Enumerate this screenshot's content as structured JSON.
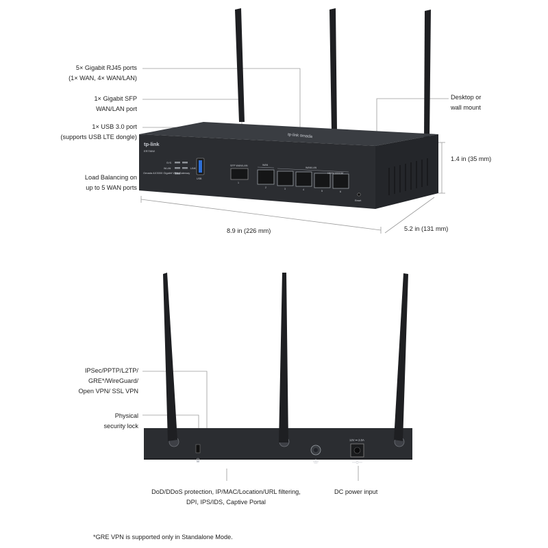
{
  "front": {
    "brand": "tp-link",
    "model": "ER706W",
    "subtitle": "Omada AX3000 Gigabit VPN Gateway",
    "leds": [
      "SYS",
      "WLAN",
      "LINK"
    ],
    "usb_label": "USB",
    "sfp_label": "SFP WAN/LAN",
    "sfp_port_number": "1",
    "wan_label": "WAN",
    "wanlan_label": "WAN/LAN",
    "speed_label": "1000M  100/10M",
    "rj45_port_numbers": [
      "2",
      "3",
      "4",
      "5",
      "6"
    ],
    "reset_label": "Reset",
    "top_logo": "tp-link omada"
  },
  "callouts_front": {
    "rj45": [
      "5× Gigabit RJ45 ports",
      "(1× WAN, 4× WAN/LAN)"
    ],
    "sfp": [
      "1× Gigabit SFP",
      "WAN/LAN port"
    ],
    "usb": [
      "1× USB 3.0 port",
      "(supports USB LTE dongle)"
    ],
    "load_balancing": [
      "Load Balancing on",
      "up to 5 WAN ports"
    ],
    "mount": [
      "Desktop or",
      "wall mount"
    ],
    "height": "1.4 in (35 mm)",
    "width": "8.9 in (226 mm)",
    "depth": "5.2 in (131 mm)"
  },
  "back": {
    "power_rating": "12V ⎓ 2.0A"
  },
  "callouts_back": {
    "vpn": [
      "IPSec/PPTP/L2TP/",
      "GRE*/WireGuard/",
      "Open VPN/ SSL VPN"
    ],
    "lock": [
      "Physical",
      "security lock"
    ],
    "security": [
      "DoD/DDoS protection, IP/MAC/Location/URL filtering,",
      "DPI, IPS/IDS, Captive Portal"
    ],
    "power": "DC power input"
  },
  "footnote": "*GRE VPN is supported only in Standalone Mode.",
  "colors": {
    "device_body": "#2b2d31",
    "device_top": "#3a3d42",
    "antenna": "#1e1f22",
    "leader_line": "#9a9a9a"
  }
}
